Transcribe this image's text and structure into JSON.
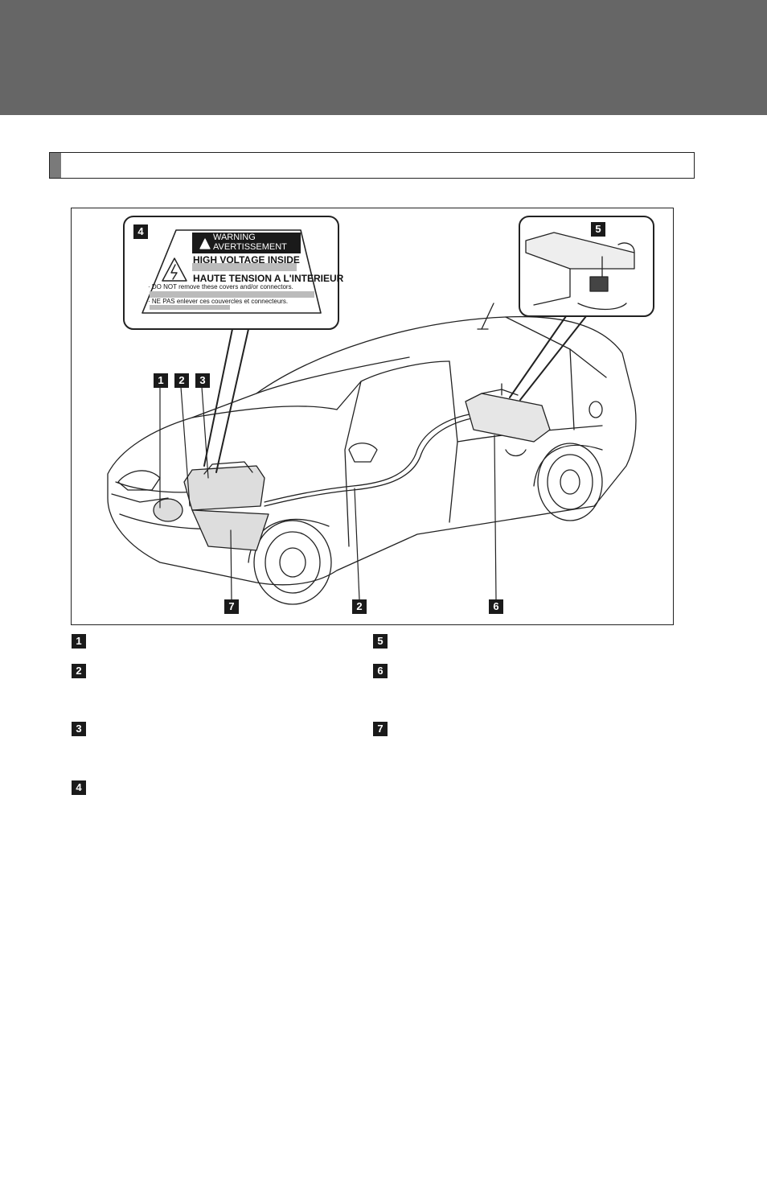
{
  "section": {
    "title": ""
  },
  "figure": {
    "callouts": [
      "1",
      "2",
      "3",
      "4",
      "5",
      "6",
      "7",
      "2"
    ],
    "label": {
      "line1": "WARNING",
      "line2": "AVERTISSEMENT",
      "line3": "HIGH VOLTAGE INSIDE",
      "line4": "HAUTE TENSION A L'INTERIEUR",
      "line5": "· DO NOT remove these covers and/or connectors.",
      "line6": "· NE PAS enlever ces couvercles et connecteurs."
    }
  },
  "legend": [
    {
      "num": "1",
      "text": ""
    },
    {
      "num": "2",
      "text": ""
    },
    {
      "num": "3",
      "text": ""
    },
    {
      "num": "4",
      "text": ""
    },
    {
      "num": "5",
      "text": ""
    },
    {
      "num": "6",
      "text": ""
    },
    {
      "num": "7",
      "text": ""
    }
  ]
}
